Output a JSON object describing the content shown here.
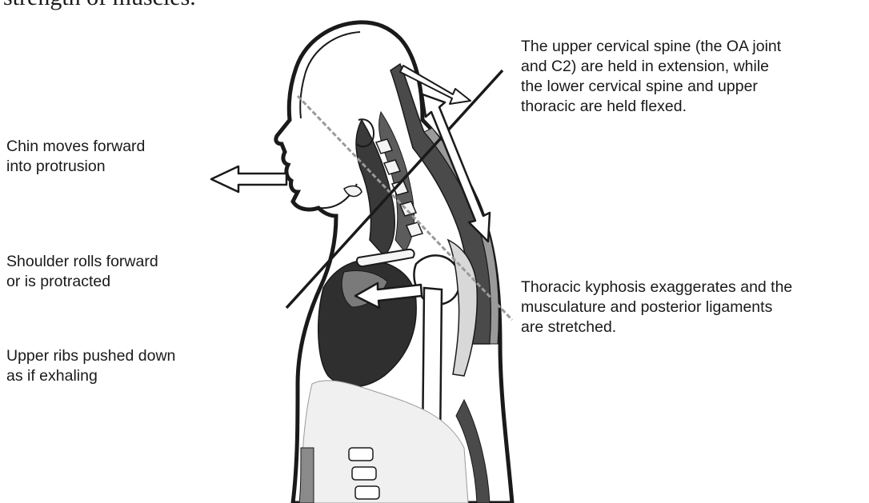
{
  "header": {
    "partial_text": "strength of muscles."
  },
  "labels": {
    "chin": [
      "Chin moves forward",
      "into protrusion"
    ],
    "shoulder": [
      "Shoulder rolls forward",
      "or is protracted"
    ],
    "ribs": [
      "Upper ribs pushed down",
      "as if exhaling"
    ],
    "cervical": [
      "The upper cervical spine (the OA joint",
      "and C2) are held in extension, while",
      "the lower cervical spine and upper",
      "thoracic are held flexed."
    ],
    "kyphosis": [
      "Thoracic kyphosis exaggerates and the",
      "musculature and posterior ligaments",
      "are stretched."
    ]
  },
  "colors": {
    "outline": "#1a1a1a",
    "muscle_dark": "#3a3a3a",
    "muscle_mid": "#6e6e6e",
    "muscle_light": "#a8a8a8",
    "bone": "#f4f4f4",
    "skin": "#ffffff"
  }
}
